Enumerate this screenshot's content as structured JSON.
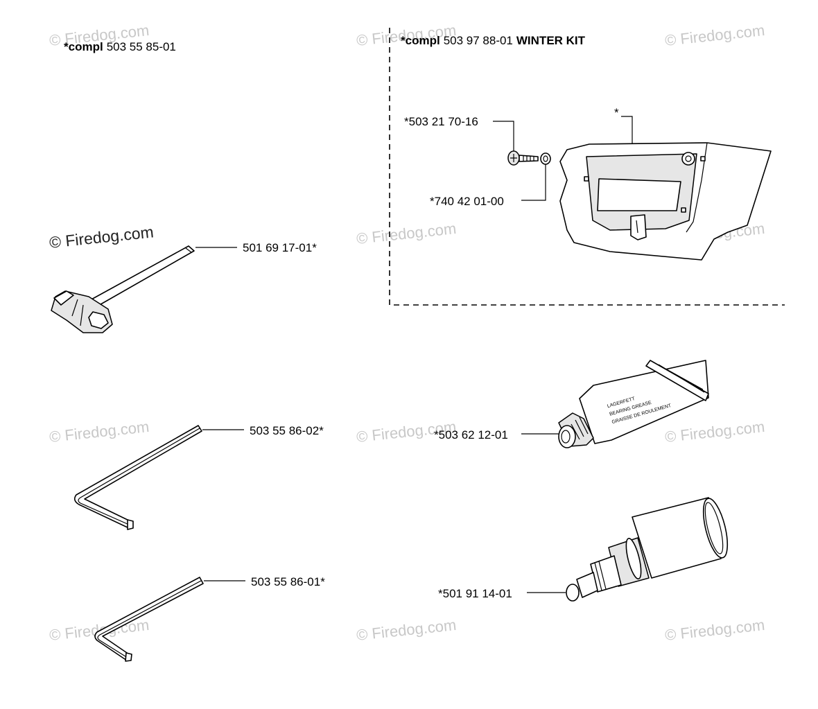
{
  "kits": {
    "left": {
      "prefix": "*compl",
      "number": "503 55 85-01",
      "title": ""
    },
    "right": {
      "prefix": "*compl",
      "number": "503 97 88-01",
      "title": "WINTER KIT"
    }
  },
  "parts": {
    "screw": "*503 21 70-16",
    "winter_cover": "*",
    "washer": "*740 42 01-00",
    "combination_wrench": "501 69 17-01*",
    "hex_key_large": "503 55 86-02*",
    "grease_tube": "*503 62 12-01",
    "hex_key_small": "503 55 86-01*",
    "grease_gun": "*501 91 14-01"
  },
  "watermarks": {
    "text": "© Firedog.com",
    "prominent": "© Firedog.com"
  },
  "tube_print": [
    "LAGERFETT",
    "BEARING GREASE",
    "GRAISSE DE ROULEMENT"
  ]
}
